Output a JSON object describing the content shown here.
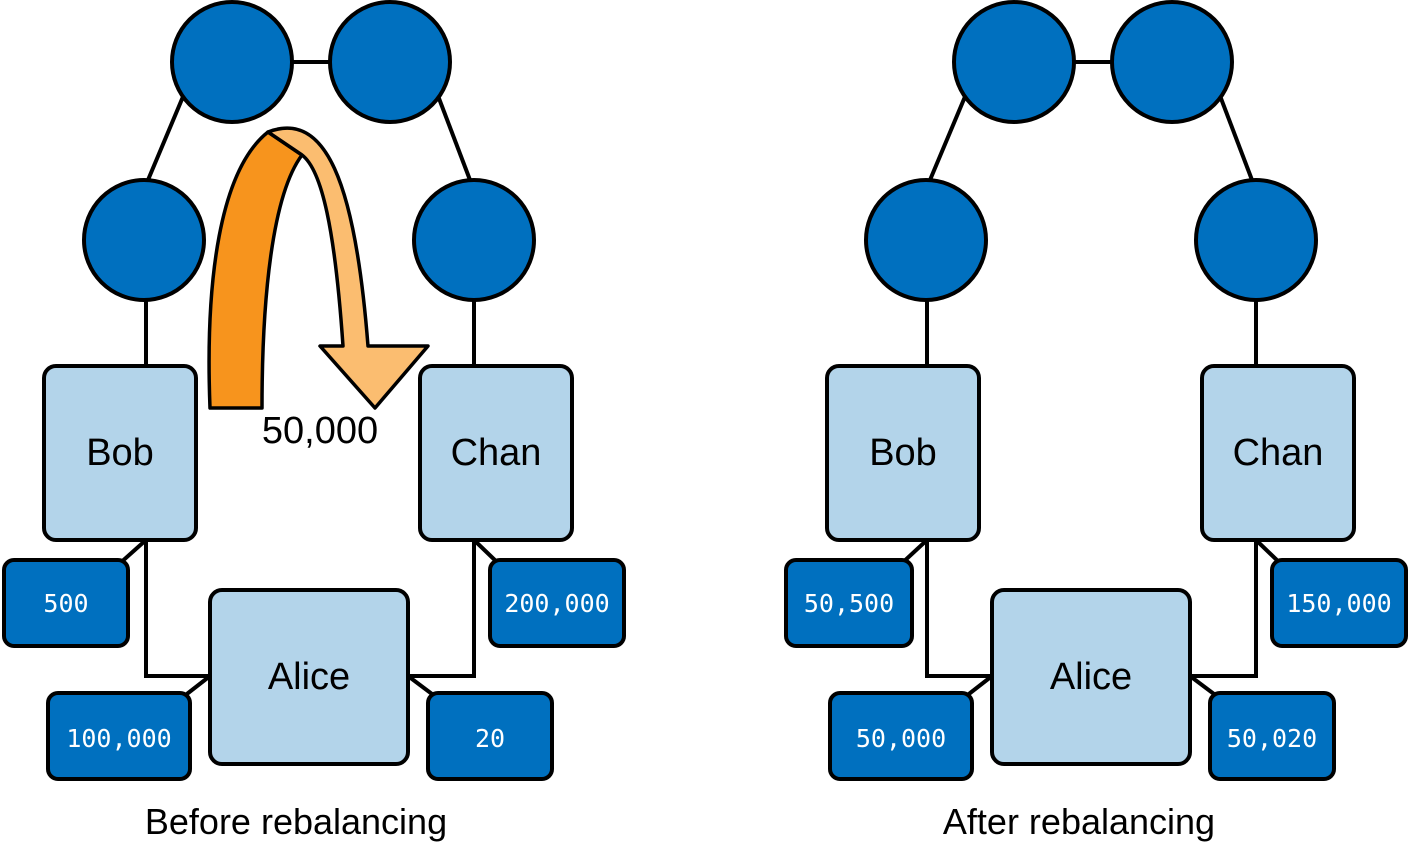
{
  "colors": {
    "node_fill": "#0070bf",
    "peer_fill": "#b3d4ea",
    "balance_fill": "#0070bf",
    "stroke": "#000000",
    "arrow_dark": "#f7941d",
    "arrow_light": "#fbbd70",
    "balance_text": "#ffffff"
  },
  "before": {
    "caption": "Before rebalancing",
    "bob": {
      "label": "Bob",
      "balance": "500"
    },
    "chan": {
      "label": "Chan",
      "balance": "200,000"
    },
    "alice": {
      "label": "Alice",
      "balance_bob_side": "100,000",
      "balance_chan_side": "20"
    },
    "arrow": {
      "label": "50,000",
      "icon": "curved-arrow-icon"
    }
  },
  "after": {
    "caption": "After rebalancing",
    "bob": {
      "label": "Bob",
      "balance": "50,500"
    },
    "chan": {
      "label": "Chan",
      "balance": "150,000"
    },
    "alice": {
      "label": "Alice",
      "balance_bob_side": "50,000",
      "balance_chan_side": "50,020"
    }
  }
}
